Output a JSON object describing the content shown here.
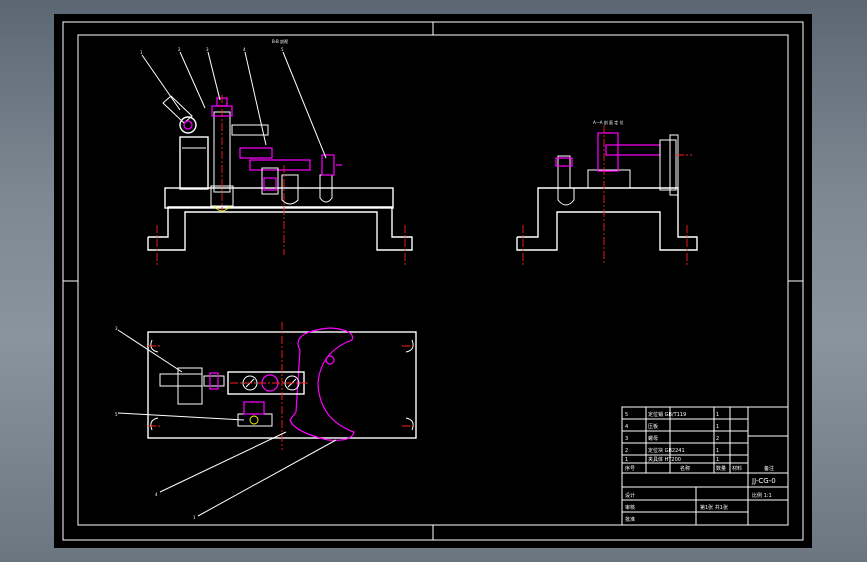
{
  "view_titles": {
    "front_view": "B-B 剖视",
    "side_view": "A—A 剖 面 定 位"
  },
  "part_labels": [
    "1",
    "2",
    "3",
    "4",
    "5",
    "3",
    "5",
    "4",
    "1"
  ],
  "title_block": {
    "drawing_number": "JJ-CG-0",
    "scale": "比例 1:1",
    "sheet": "第1张 共1张",
    "material_col": "材料",
    "qty_col": "数量",
    "name_col": "名称",
    "seq_col": "序号",
    "remark_col": "备注",
    "rows": [
      {
        "seq": "5",
        "name": "定位销 GB/T119",
        "qty": "1"
      },
      {
        "seq": "4",
        "name": "压板",
        "qty": "1"
      },
      {
        "seq": "3",
        "name": "螺母",
        "qty": "2"
      },
      {
        "seq": "2",
        "name": "定位块 GB2241",
        "qty": "1"
      },
      {
        "seq": "1",
        "name": "夹具体 HT200",
        "qty": "1"
      }
    ],
    "sign_rows": [
      "设计",
      "审核",
      "批准"
    ]
  },
  "colors": {
    "sheet_background": "#000000",
    "outline": "#ffffff",
    "part_highlight": "#ff00ff",
    "center_line": "#ff2020",
    "window_background": "#7d8893"
  }
}
